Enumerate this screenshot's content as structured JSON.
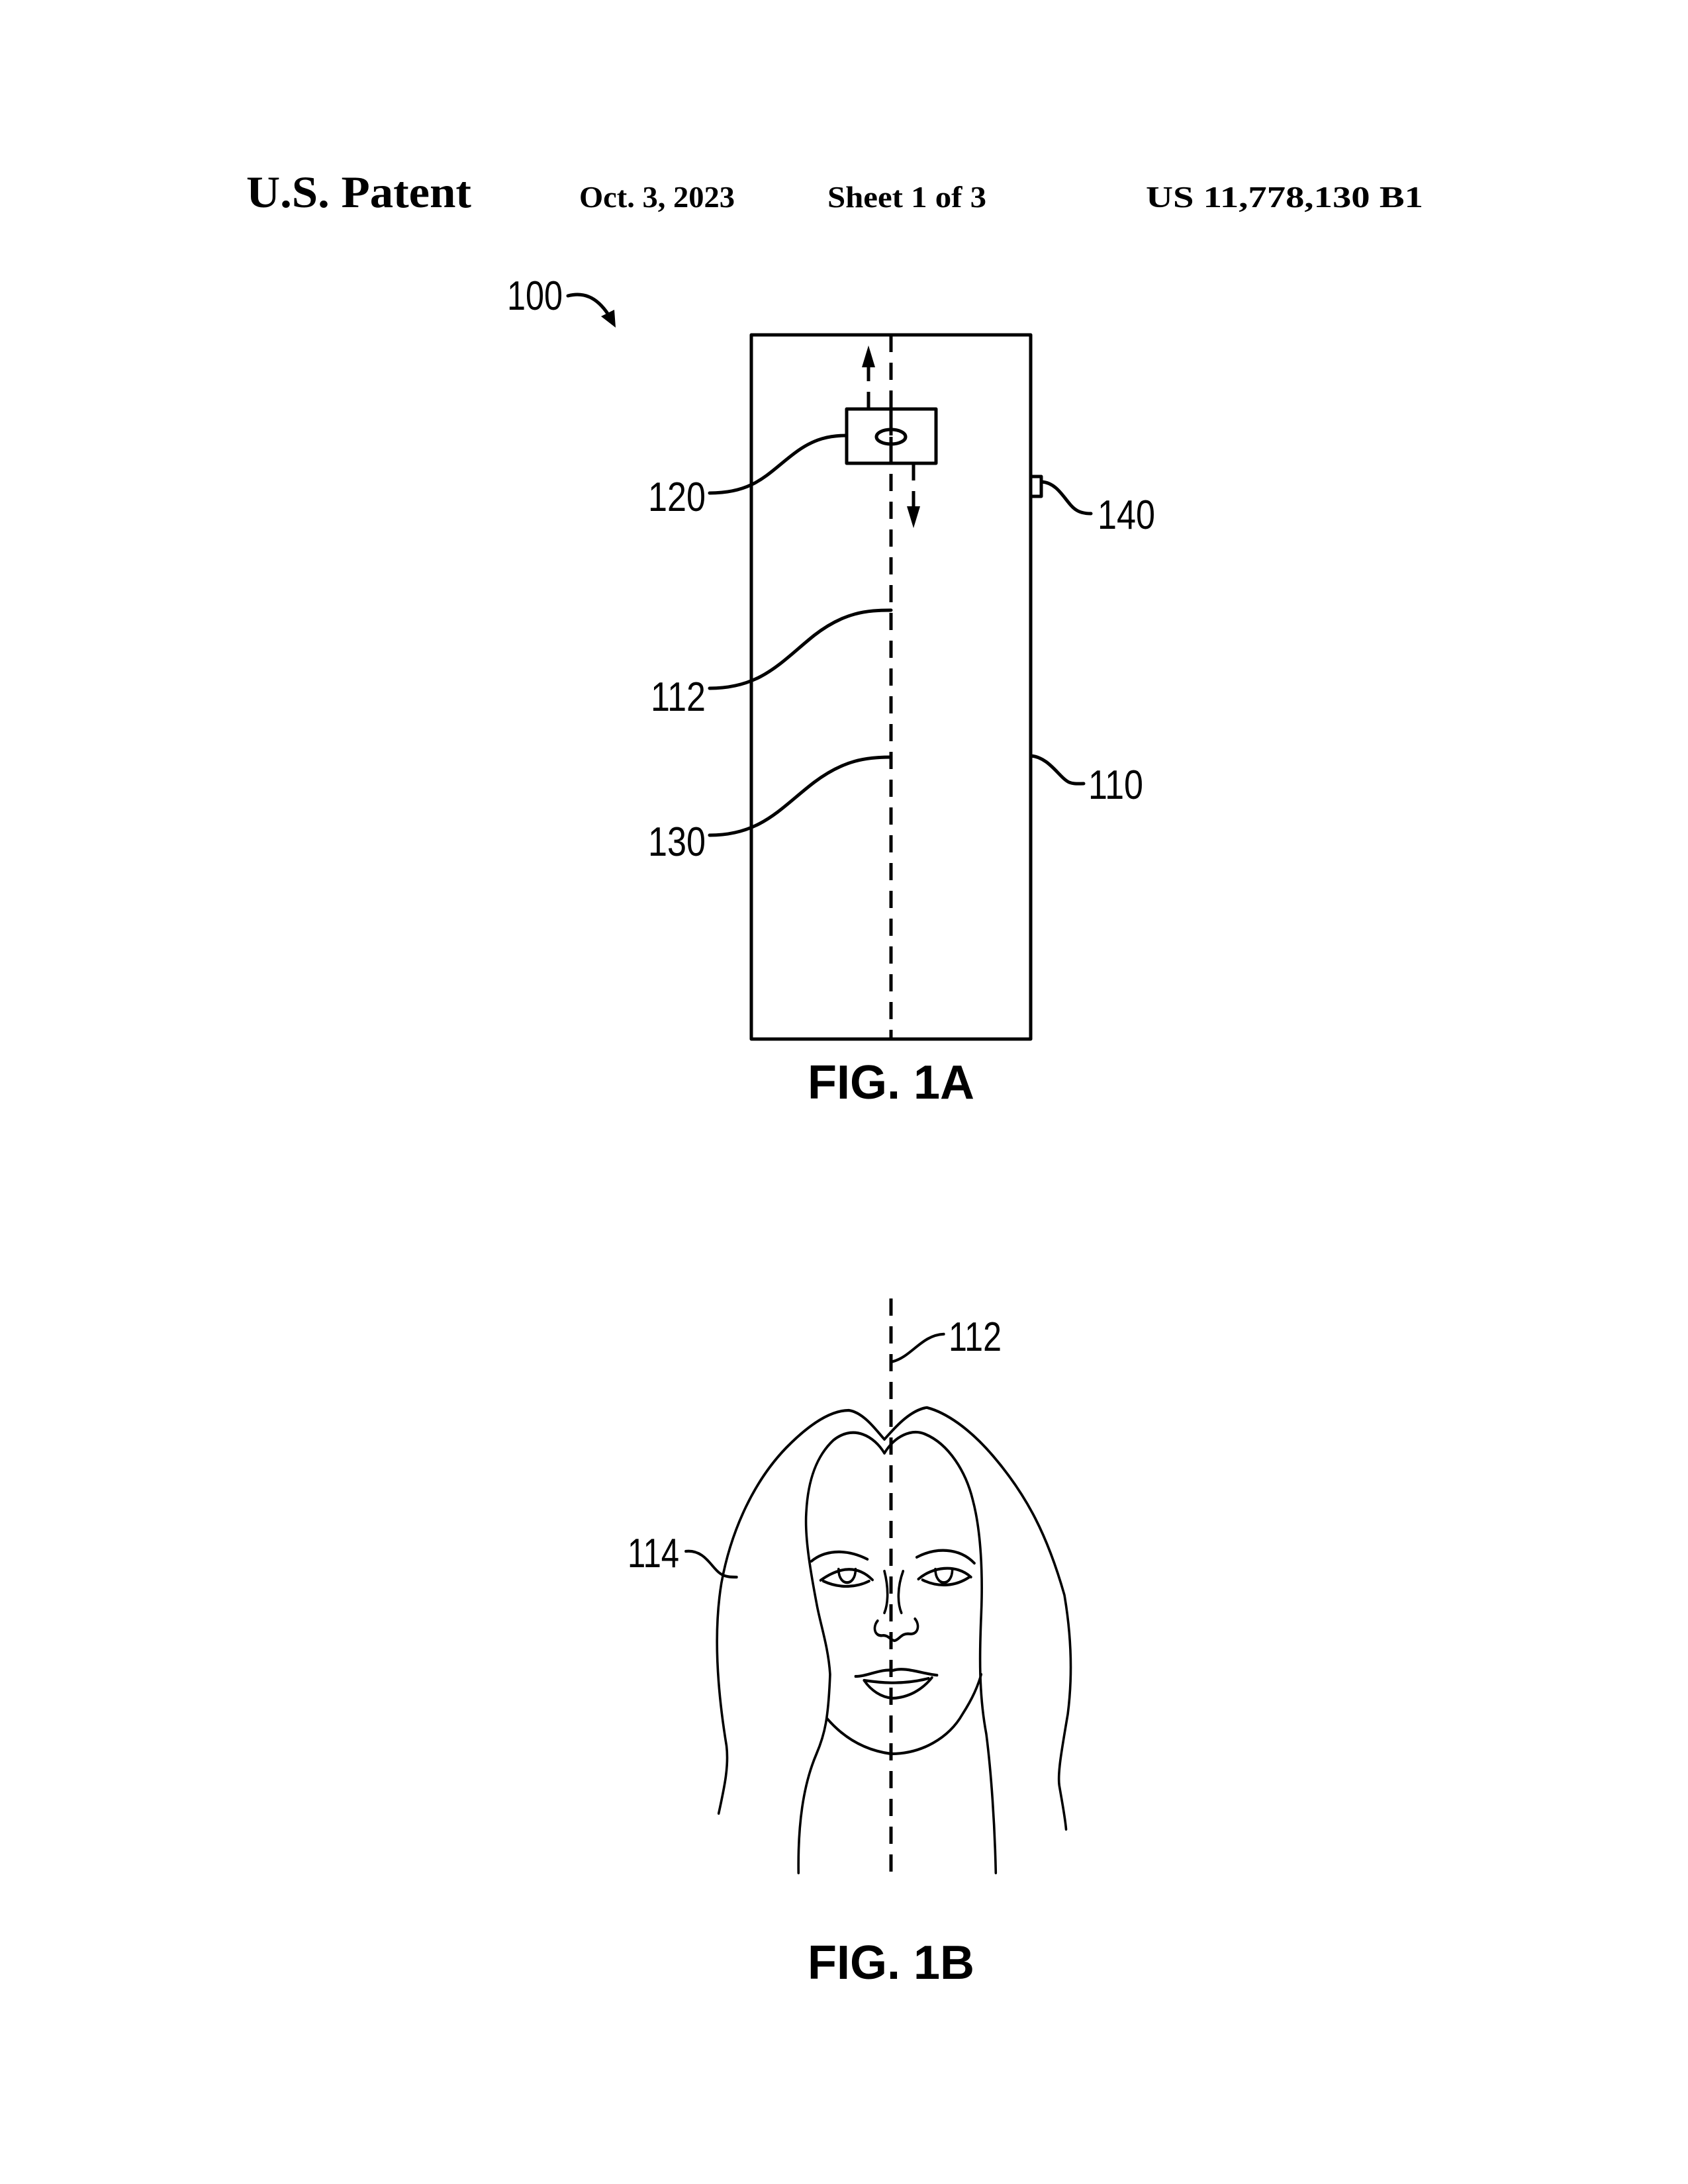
{
  "header": {
    "publication": "U.S. Patent",
    "date": "Oct. 3, 2023",
    "sheet": "Sheet 1 of 3",
    "patent_number": "US 11,778,130 B1"
  },
  "figure_1a": {
    "caption": "FIG. 1A",
    "labels": {
      "device": "100",
      "camera": "120",
      "axis": "112",
      "track": "130",
      "sensor": "140",
      "housing": "110"
    }
  },
  "figure_1b": {
    "caption": "FIG. 1B",
    "labels": {
      "axis": "112",
      "face": "114"
    }
  }
}
